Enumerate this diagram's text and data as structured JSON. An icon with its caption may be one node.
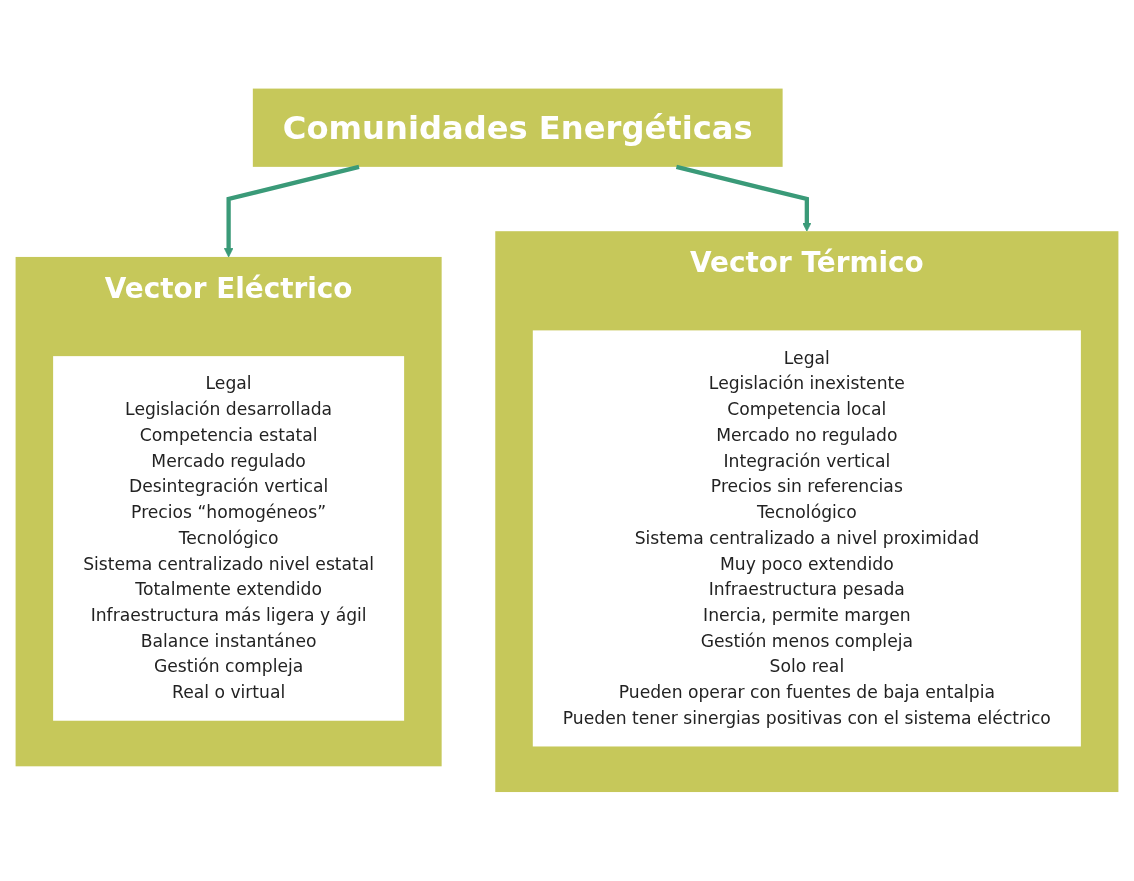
{
  "diagram": {
    "nodes": [
      {
        "text": [
          "Comunidades Energéticas"
        ]
      },
      {
        "text": [
          "Vector Eléctrico"
        ]
      },
      {
        "text": [
          "Legal",
          "Legislación desarrollada",
          "Competencia estatal",
          "Mercado regulado",
          "Desintegración vertical",
          "Precios “homogéneos”",
          "Tecnológico",
          "Sistema centralizado nivel estatal",
          "Totalmente extendido",
          "Infraestructura más ligera y ágil",
          "Balance instantáneo",
          "Gestión compleja",
          "Real o virtual"
        ],
        "in": 1
      },
      {
        "text": [
          "Vector Térmico"
        ]
      },
      {
        "text": [
          "Legal",
          "Legislación inexistente",
          "Competencia local",
          "Mercado no regulado",
          "Integración vertical",
          "Precios sin referencias",
          "Tecnológico",
          "Sistema centralizado a nivel proximidad",
          "Muy poco extendido",
          "Infraestructura pesada",
          "Inercia, permite margen",
          "Gestión menos compleja",
          "Solo real",
          "Pueden operar con fuentes de baja entalpia",
          "Pueden tener sinergias positivas con el sistema eléctrico"
        ],
        "in": 3
      }
    ],
    "edges": [
      {
        "from": 0,
        "to": 1,
        "arrow": "to"
      },
      {
        "from": 0,
        "to": 3,
        "arrow": "to"
      }
    ]
  }
}
